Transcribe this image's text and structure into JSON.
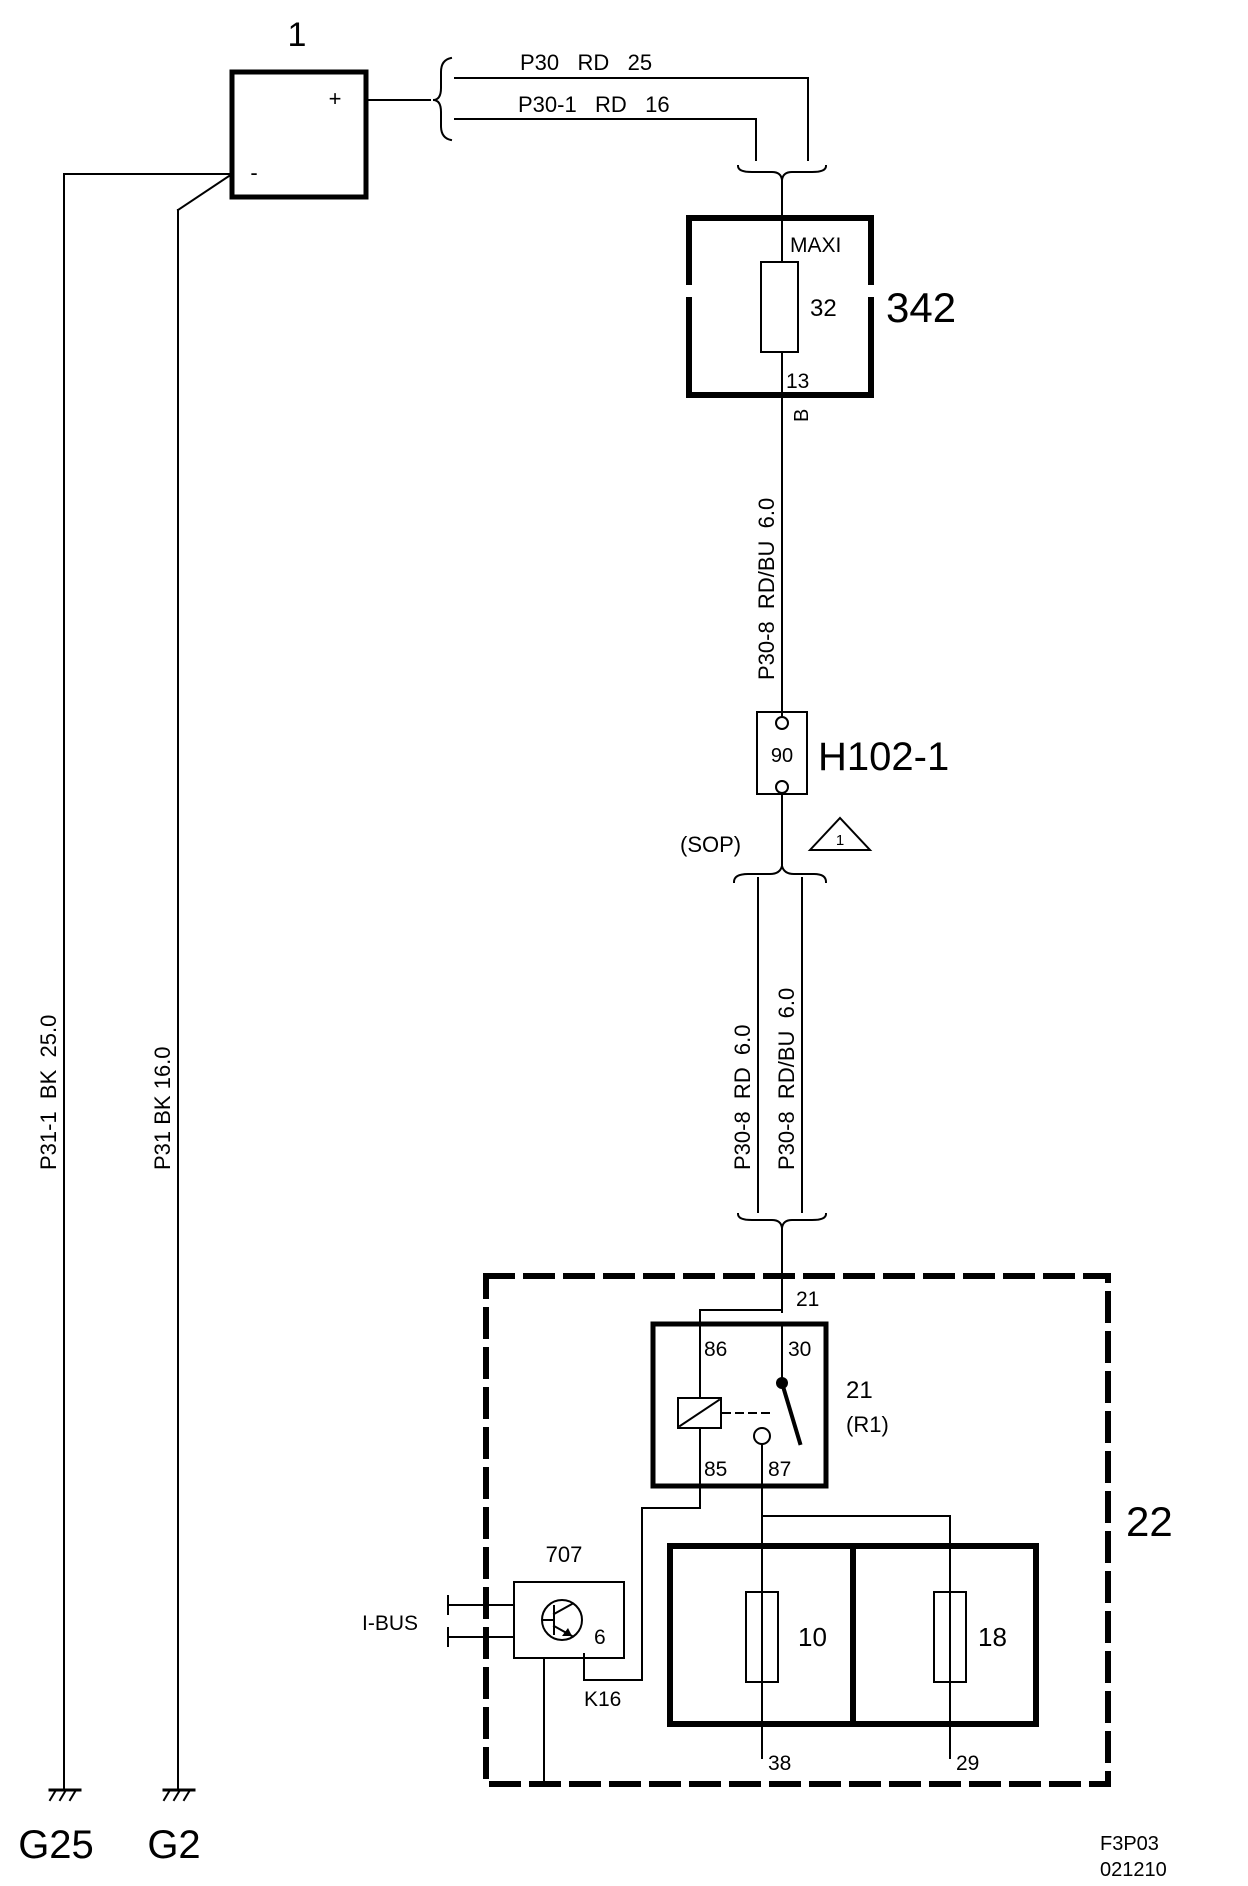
{
  "component_numbers": {
    "battery": "1",
    "maxi_fuse_box": "342",
    "fuse_relay_box": "22",
    "connector": "H102-1",
    "relay": "21",
    "transistor": "707"
  },
  "battery": {
    "plus": "+",
    "minus": "-"
  },
  "wires": {
    "p30": "P30   RD   25",
    "p30_1": "P30-1   RD   16",
    "p31_1": "P31-1  BK  25.0",
    "p31": "P31 BK 16.0",
    "p30_8_rdbu_upper": "P30-8  RD/BU  6.0",
    "p30_8_rd": "P30-8  RD  6.0",
    "p30_8_rdbu_lower": "P30-8  RD/BU  6.0"
  },
  "fuse_342": {
    "type": "MAXI",
    "fuse": "32",
    "pin": "13",
    "pin_side": "B"
  },
  "connector": {
    "pin": "90",
    "sop": "(SOP)",
    "note": "1"
  },
  "relay": {
    "input_pin": "21",
    "pin_86": "86",
    "pin_30": "30",
    "pin_85": "85",
    "pin_87": "87",
    "label": "21",
    "sub_label": "(R1)"
  },
  "fuses": {
    "left": "10",
    "right": "18",
    "out_left": "38",
    "out_right": "29"
  },
  "transistor": {
    "pin": "6",
    "control": "K16",
    "bus": "I-BUS"
  },
  "grounds": {
    "left": "G25",
    "right": "G2"
  },
  "footer": {
    "code": "F3P03",
    "date": "021210"
  }
}
